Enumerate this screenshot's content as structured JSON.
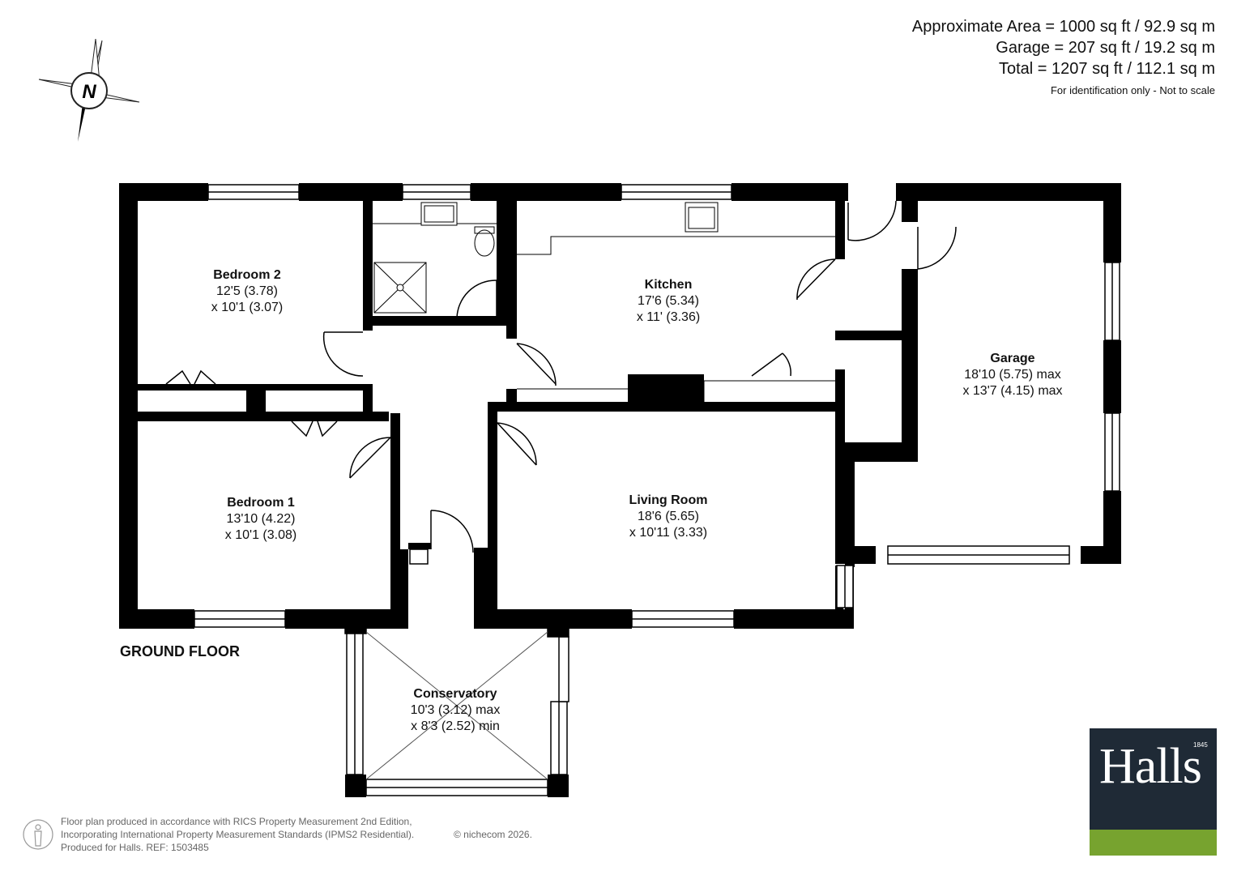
{
  "area_summary": {
    "approximate": "Approximate Area = 1000 sq ft / 92.9 sq m",
    "garage": "Garage = 207 sq ft / 19.2 sq m",
    "total": "Total = 1207 sq ft / 112.1 sq m",
    "note": "For identification only - Not to scale"
  },
  "compass": {
    "label": "N",
    "icon": "compass-rose-icon"
  },
  "floor_label": "GROUND FLOOR",
  "rooms": {
    "bedroom2": {
      "name": "Bedroom 2",
      "dim1": "12'5 (3.78)",
      "dim2": "x 10'1 (3.07)"
    },
    "kitchen": {
      "name": "Kitchen",
      "dim1": "17'6 (5.34)",
      "dim2": "x 11' (3.36)"
    },
    "garage": {
      "name": "Garage",
      "dim1": "18'10 (5.75) max",
      "dim2": "x 13'7 (4.15) max"
    },
    "bedroom1": {
      "name": "Bedroom 1",
      "dim1": "13'10 (4.22)",
      "dim2": "x 10'1 (3.08)"
    },
    "living": {
      "name": "Living Room",
      "dim1": "18'6 (5.65)",
      "dim2": "x 10'11 (3.33)"
    },
    "conservatory": {
      "name": "Conservatory",
      "dim1": "10'3 (3.12) max",
      "dim2": "x 8'3 (2.52) min"
    }
  },
  "footer": {
    "line1": "Floor plan produced in accordance with RICS Property Measurement 2nd Edition,",
    "line2": "Incorporating International Property Measurement Standards (IPMS2 Residential).",
    "line3": "Produced for Halls.   REF: 1503485",
    "copyright": "© nichecom 2026."
  },
  "logo": {
    "word": "Halls",
    "year": "1845"
  },
  "colors": {
    "wall": "#000000",
    "logo_bg": "#1f2a36",
    "logo_band": "#77a32f"
  }
}
